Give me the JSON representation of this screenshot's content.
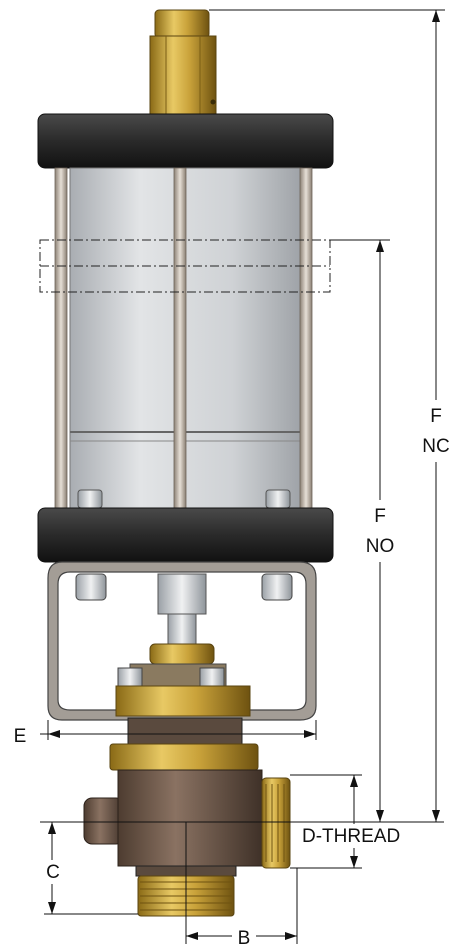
{
  "labels": {
    "f_nc_top": "F",
    "f_nc_bottom": "NC",
    "f_no_top": "F",
    "f_no_bottom": "NO",
    "e": "E",
    "d_thread": "D-THREAD",
    "c": "C",
    "b": "B"
  },
  "colors": {
    "brass": "#c8a33a",
    "bronze_body": "#6f5a4a",
    "cap_black": "#2b2b2b",
    "cylinder": "#c9ccd0",
    "yoke": "#9a9590",
    "line": "#111111"
  }
}
